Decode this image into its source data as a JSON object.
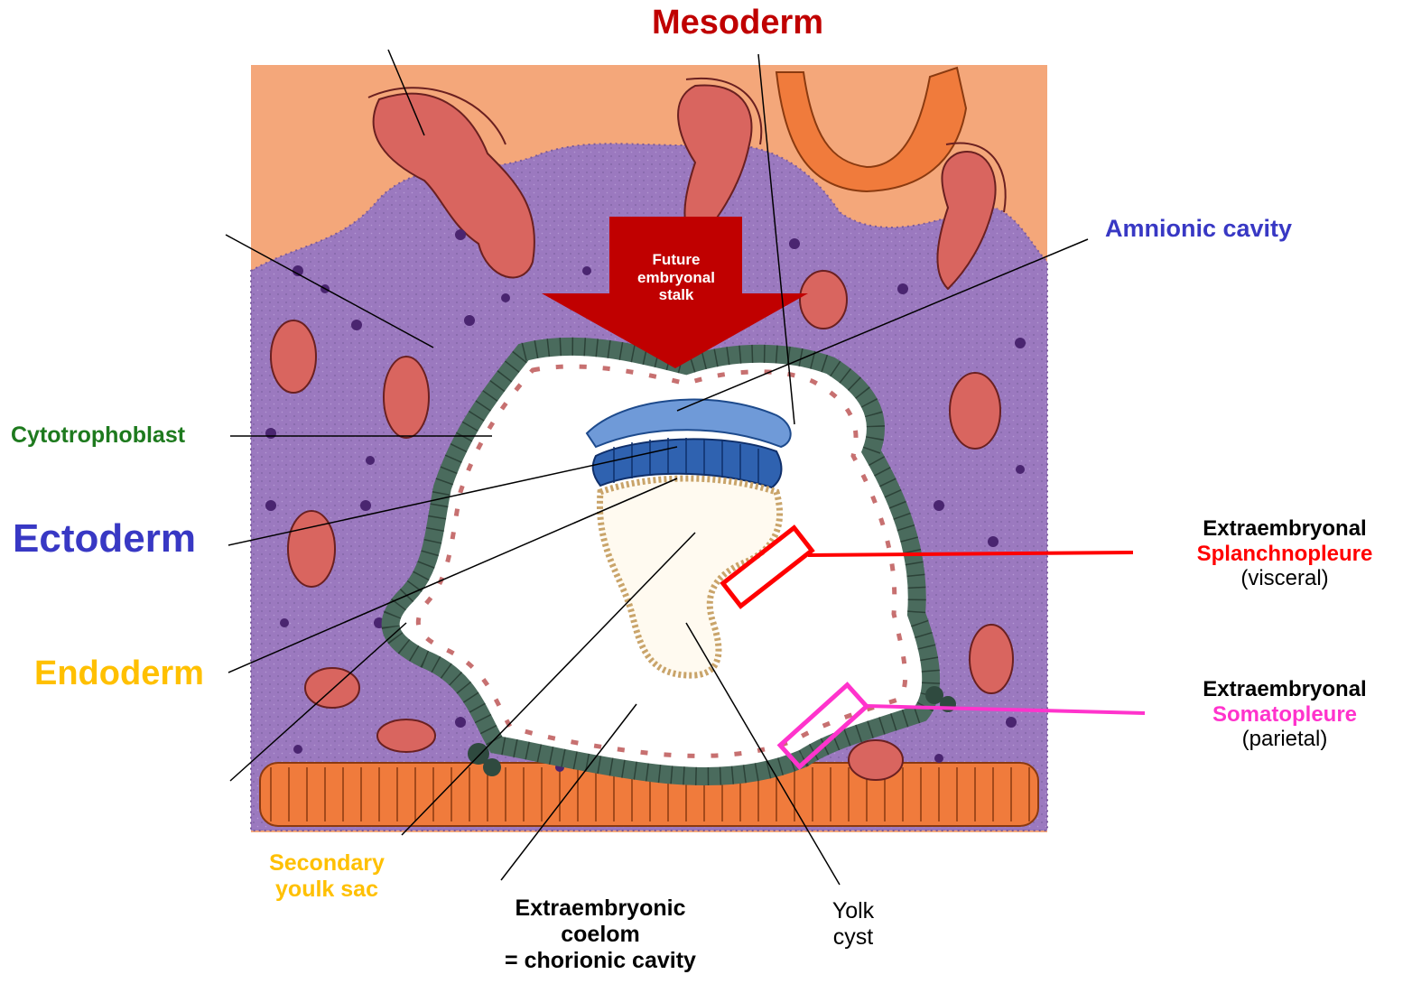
{
  "colors": {
    "maternal": "#f4a77a",
    "syncytio": "#9b79bf",
    "cyto": "#4a6b5d",
    "vessel": "#d9655f",
    "ectoderm": "#2f62b0",
    "endoderm": "#d8b57e",
    "arrow": "#c00000",
    "green_label": "#1e7a1e",
    "blue_label": "#3838c4",
    "yellow_label": "#ffc000",
    "red_label": "#ff0000",
    "pink_label": "#ff33cc",
    "dark_label": "#c00000"
  },
  "labels": {
    "mesoderm": "Mesoderm",
    "amnionic_cavity": "Amnionic cavity",
    "cytotrophoblast": "Cytotrophoblast",
    "ectoderm": "Ectoderm",
    "endoderm": "Endoderm",
    "splanch_title": "Extraembryonal",
    "splanch_name": "Splanchnopleure",
    "splanch_note": "(visceral)",
    "somato_title": "Extraembryonal",
    "somato_name": "Somatopleure",
    "somato_note": "(parietal)",
    "secondary_l1": "Secondary",
    "secondary_l2": "youlk sac",
    "coelom_l1": "Extraembryonic",
    "coelom_l2": "coelom",
    "coelom_l3": "= chorionic cavity",
    "yolk_l1": "Yolk",
    "yolk_l2": "cyst",
    "stalk_l1": "Future",
    "stalk_l2": "embryonal",
    "stalk_l3": "stalk"
  }
}
